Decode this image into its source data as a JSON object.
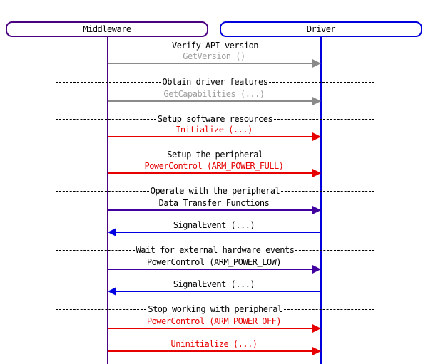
{
  "diagram": {
    "type": "sequence-diagram",
    "participants": [
      {
        "label": "Middleware",
        "color": "#4b0082"
      },
      {
        "label": "Driver",
        "color": "#0000dd"
      }
    ],
    "separators": [
      {
        "label": "Verify API version"
      },
      {
        "label": "Obtain driver features"
      },
      {
        "label": "Setup software resources"
      },
      {
        "label": "Setup the peripheral"
      },
      {
        "label": "Operate with the peripheral"
      },
      {
        "label": "Wait for external hardware events"
      },
      {
        "label": "Stop working with peripheral"
      }
    ],
    "messages": [
      {
        "label": "GetVersion ()",
        "from": "Middleware",
        "to": "Driver",
        "direction": "right",
        "line_color": "#8a8a8a",
        "text_color": "#9e9e9e"
      },
      {
        "label": "GetCapabilities (...)",
        "from": "Middleware",
        "to": "Driver",
        "direction": "right",
        "line_color": "#8a8a8a",
        "text_color": "#9e9e9e"
      },
      {
        "label": "Initialize (...)",
        "from": "Middleware",
        "to": "Driver",
        "direction": "right",
        "line_color": "#e60000",
        "text_color": "#e60000"
      },
      {
        "label": "PowerControl (ARM_POWER_FULL)",
        "from": "Middleware",
        "to": "Driver",
        "direction": "right",
        "line_color": "#e60000",
        "text_color": "#e60000"
      },
      {
        "label": "Data Transfer Functions",
        "from": "Middleware",
        "to": "Driver",
        "direction": "right",
        "line_color": "#4000a0",
        "text_color": "#000000"
      },
      {
        "label": "SignalEvent (...)",
        "from": "Driver",
        "to": "Middleware",
        "direction": "left",
        "line_color": "#0000e0",
        "text_color": "#000000"
      },
      {
        "label": "PowerControl (ARM_POWER_LOW)",
        "from": "Middleware",
        "to": "Driver",
        "direction": "right",
        "line_color": "#4000a0",
        "text_color": "#000000"
      },
      {
        "label": "SignalEvent (...)",
        "from": "Driver",
        "to": "Middleware",
        "direction": "left",
        "line_color": "#0000e0",
        "text_color": "#000000"
      },
      {
        "label": "PowerControl (ARM_POWER_OFF)",
        "from": "Middleware",
        "to": "Driver",
        "direction": "right",
        "line_color": "#e60000",
        "text_color": "#e60000"
      },
      {
        "label": "Uninitialize (...)",
        "from": "Middleware",
        "to": "Driver",
        "direction": "right",
        "line_color": "#e60000",
        "text_color": "#e60000"
      }
    ]
  }
}
